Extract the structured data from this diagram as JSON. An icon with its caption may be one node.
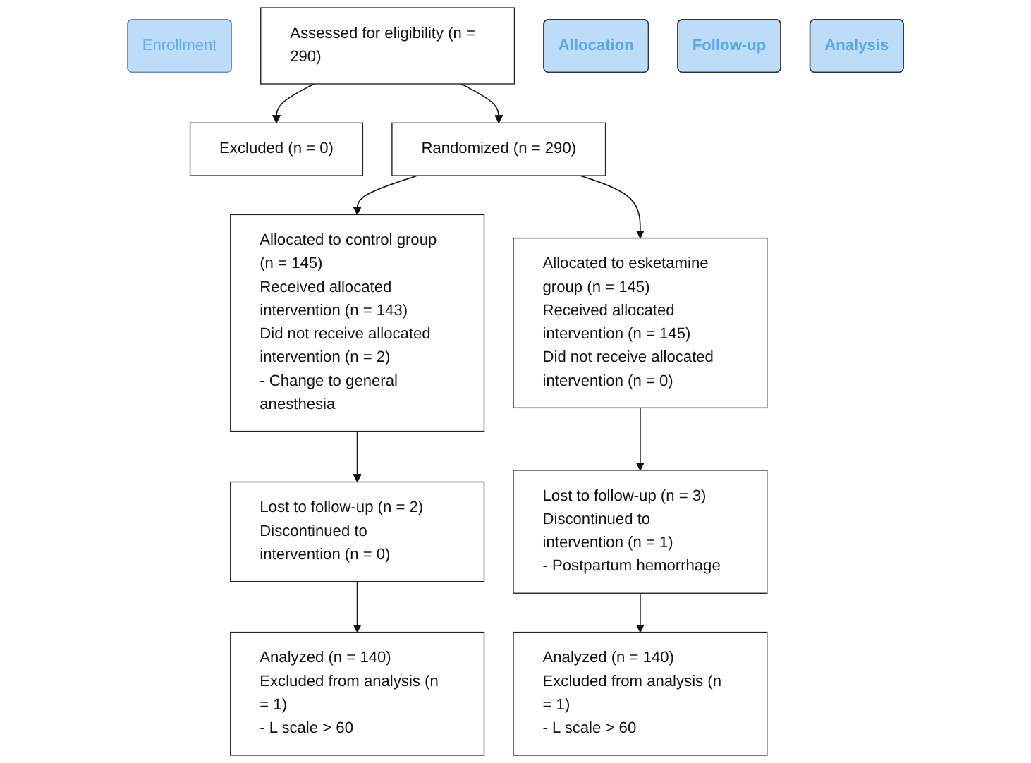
{
  "diagram": {
    "nodes": [
      {
        "text": [
          "Enrollment"
        ]
      },
      {
        "text": [
          "Assessed for eligibility (n = 290)"
        ]
      },
      {
        "text": [
          "Excluded (n = 0)"
        ]
      },
      {
        "text": [
          "Randomized (n = 290)"
        ]
      },
      {
        "text": [
          "Allocation"
        ]
      },
      {
        "text": [
          "Allocated to control group (n = 145)",
          "Received allocated intervention (n = 143)",
          "Did not receive allocated intervention (n = 2)",
          "- Change to general anesthesia"
        ]
      },
      {
        "text": [
          "Allocated to esketamine group (n = 145)",
          "Received allocated intervention (n = 145)",
          "Did not receive allocated intervention (n = 0)"
        ]
      },
      {
        "text": [
          "Follow-up"
        ]
      },
      {
        "text": [
          "Lost to follow-up (n = 2)",
          "Discontinued to intervention (n = 0)"
        ]
      },
      {
        "text": [
          "Lost to follow-up (n = 3)",
          "Discontinued to intervention (n = 1)",
          "- Postpartum hemorrhage"
        ]
      },
      {
        "text": [
          "Analysis"
        ]
      },
      {
        "text": [
          "Analyzed (n = 140)",
          "Excluded from analysis (n = 1)",
          "- L scale > 60"
        ]
      },
      {
        "text": [
          "Analyzed (n = 140)",
          "Excluded from analysis (n = 1)",
          "- L scale > 60"
        ]
      }
    ],
    "edges": [
      {
        "from": 1,
        "to": 2,
        "arrow": "to"
      },
      {
        "from": 1,
        "to": 3,
        "arrow": "to"
      },
      {
        "from": 3,
        "to": 5,
        "arrow": "to"
      },
      {
        "from": 3,
        "to": 6,
        "arrow": "to"
      },
      {
        "from": 5,
        "to": 8,
        "arrow": "to"
      },
      {
        "from": 6,
        "to": 9,
        "arrow": "to"
      },
      {
        "from": 8,
        "to": 11,
        "arrow": "to"
      },
      {
        "from": 9,
        "to": 12,
        "arrow": "to"
      }
    ]
  }
}
